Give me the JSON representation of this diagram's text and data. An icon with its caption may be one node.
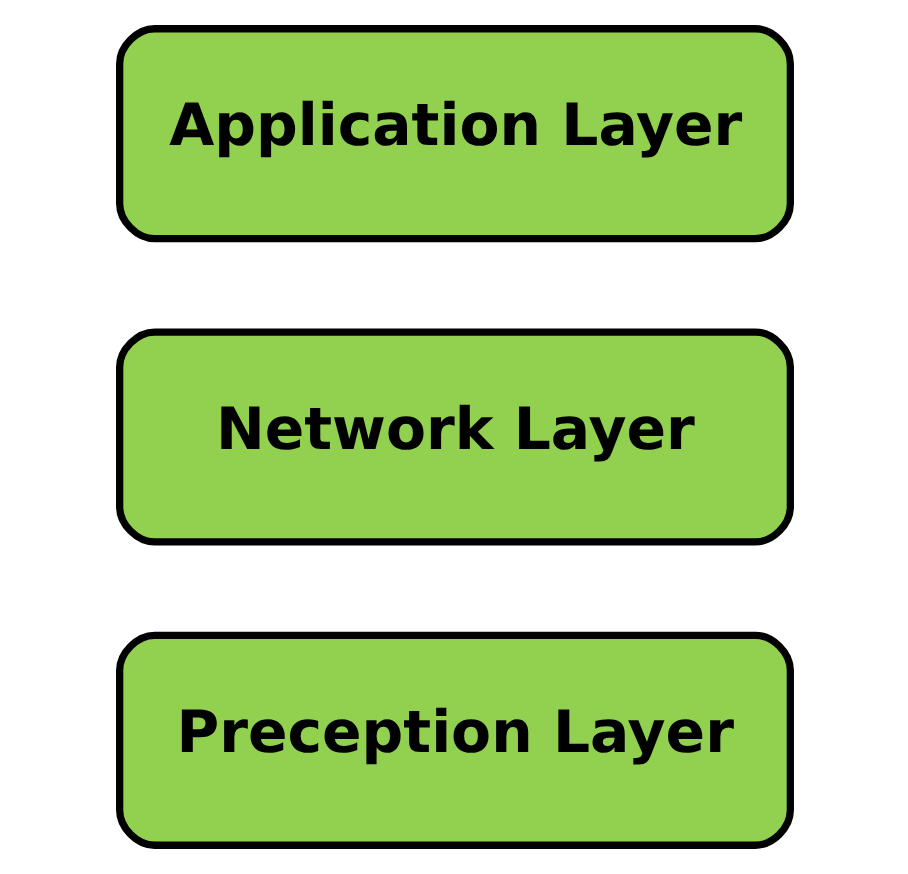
{
  "diagram": {
    "nodes": [
      {
        "text": [
          "Application Layer"
        ]
      },
      {
        "text": [
          "Network Layer"
        ]
      },
      {
        "text": [
          "Preception Layer"
        ]
      }
    ]
  }
}
